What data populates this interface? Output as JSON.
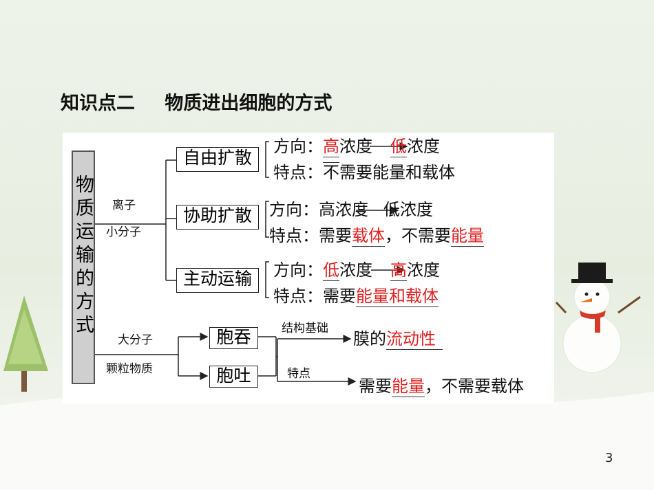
{
  "title": {
    "part1": "知识点二",
    "part2": "物质进出细胞的方式"
  },
  "root": "物质运输的方式",
  "branch_small": {
    "label1": "离子",
    "label2": "小分子"
  },
  "branch_large": {
    "label1": "大分子",
    "label2": "颗粒物质"
  },
  "free_diffusion": {
    "name": "自由扩散",
    "dir_prefix": "方向：",
    "dir_a": "高",
    "dir_a_rest": "浓度",
    "dir_b": "低",
    "dir_b_rest": "浓度",
    "feat_prefix": "特点：",
    "feat_a": "不",
    "feat_b": "需要能量和载体"
  },
  "facilitated_diffusion": {
    "name": "协助扩散",
    "dir_prefix": "方向：",
    "dir_a": "高浓度",
    "dir_b": "低浓度",
    "feat_prefix": "特点：",
    "feat_a": "需要",
    "feat_b": "载体",
    "feat_c": "，不需要",
    "feat_d": "能量"
  },
  "active_transport": {
    "name": "主动运输",
    "dir_prefix": "方向：",
    "dir_a": "低",
    "dir_a_rest": "浓度",
    "dir_b": "高",
    "dir_b_rest": "浓度",
    "feat_prefix": "特点：",
    "feat_a": "需要",
    "feat_b": "能量和载体"
  },
  "endocytosis": "胞吞",
  "exocytosis": "胞吐",
  "structure_basis": {
    "label": "结构基础",
    "a": "膜的",
    "b": "流动性"
  },
  "feature": {
    "label": "特点",
    "a": "需要",
    "b": "能量",
    "c": "，不需要载体"
  },
  "page_number": "3",
  "colors": {
    "highlight": "#e02020",
    "root_box": "#cfcfcf",
    "bg_top": "#e8efe2",
    "bg_bottom": "#f3f4f0"
  }
}
